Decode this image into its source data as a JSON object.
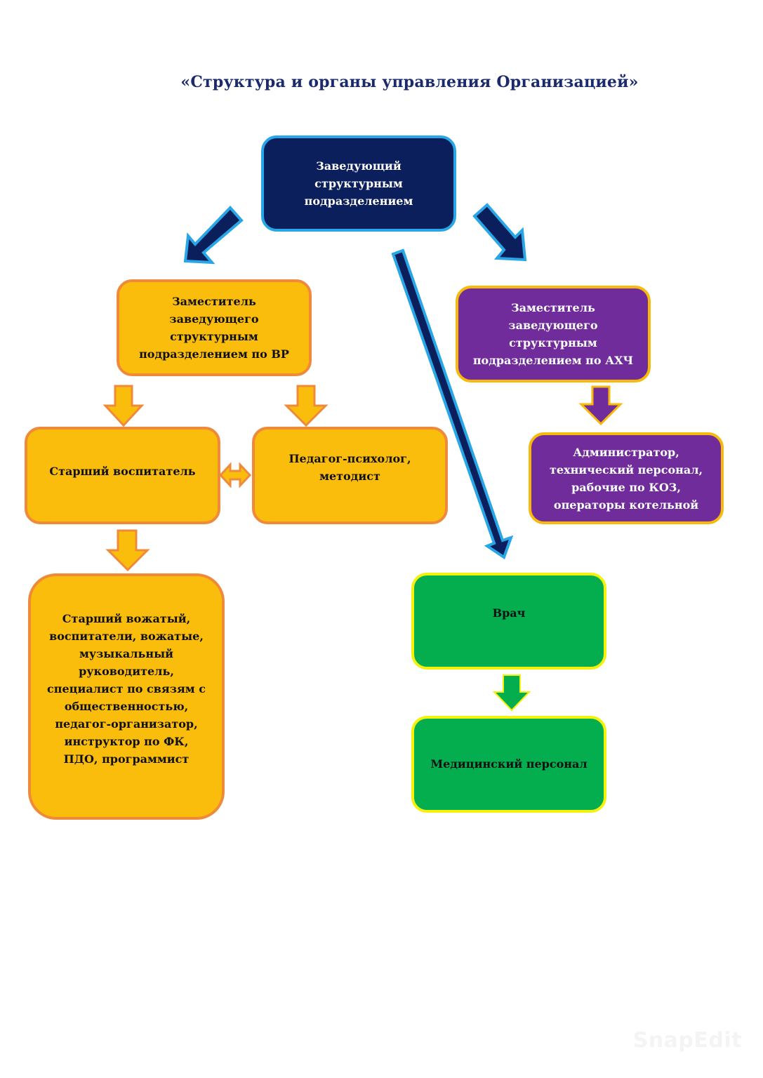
{
  "title": "«Структура и органы управления Организацией»",
  "colors": {
    "navy_fill": "#0b1f5c",
    "navy_border": "#29a6e6",
    "orange_fill": "#fbbd0c",
    "orange_border": "#ef8a3a",
    "purple_fill": "#6f2c9a",
    "purple_border": "#f6b90c",
    "green_fill": "#04ae4f",
    "green_border": "#f4f10c",
    "title": "#1a2a6c"
  },
  "nodes": {
    "head": "Заведующий\nструктурным\nподразделением",
    "deputy_vr": "Заместитель\nзаведующего\nструктурным\nподразделением по ВР",
    "deputy_ahch": "Заместитель\nзаведующего\nструктурным\nподразделением по АХЧ",
    "senior_educator": "Старший воспитатель",
    "psychologist": "Педагог-психолог,\nметодист",
    "staff_vr": "Старший вожатый,\nвоспитатели, вожатые,\nмузыкальный\nруководитель,\nспециалист по связям с\nобщественностью,\nпедагог-организатор,\nинструктор по ФК,\nПДО, программист",
    "staff_ahch": "Администратор,\nтехнический персонал,\nрабочие по КОЗ,\nоператоры котельной",
    "doctor": "Врач",
    "medical_staff": "Медицинский персонал"
  },
  "connections": [
    {
      "from": "head",
      "to": "deputy_vr",
      "type": "arrow"
    },
    {
      "from": "head",
      "to": "deputy_ahch",
      "type": "arrow"
    },
    {
      "from": "head",
      "to": "doctor",
      "type": "arrow"
    },
    {
      "from": "deputy_vr",
      "to": "senior_educator",
      "type": "arrow"
    },
    {
      "from": "deputy_vr",
      "to": "psychologist",
      "type": "arrow"
    },
    {
      "from": "senior_educator",
      "to": "psychologist",
      "type": "bidirectional"
    },
    {
      "from": "senior_educator",
      "to": "staff_vr",
      "type": "arrow"
    },
    {
      "from": "deputy_ahch",
      "to": "staff_ahch",
      "type": "arrow"
    },
    {
      "from": "doctor",
      "to": "medical_staff",
      "type": "arrow"
    }
  ],
  "watermark": "SnapEdit"
}
